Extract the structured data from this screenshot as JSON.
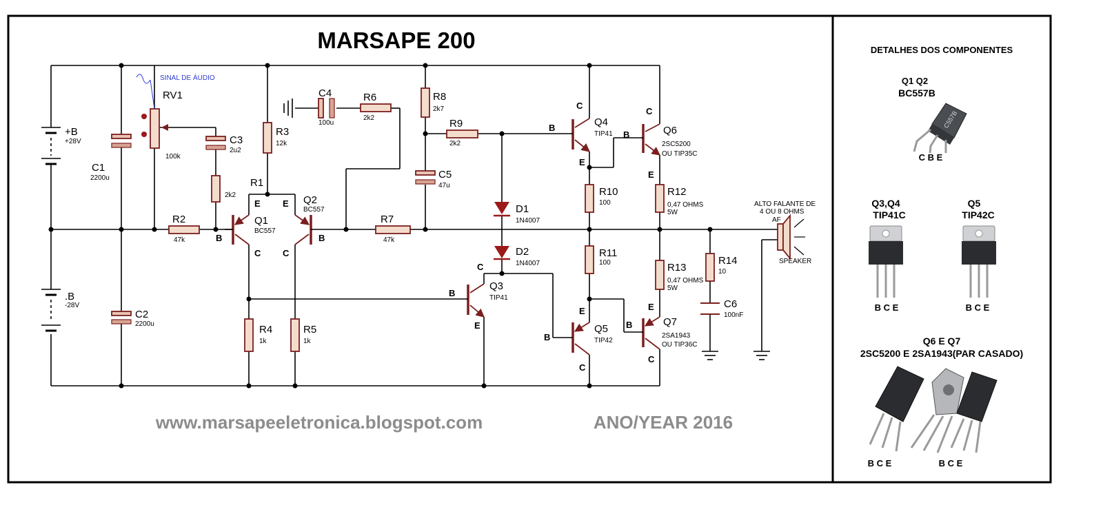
{
  "title": "MARSAPE 200",
  "footer": {
    "website": "www.marsapeeletronica.blogspot.com",
    "year": "ANO/YEAR 2016"
  },
  "signal_label": "SINAL DE ÁUDIO",
  "components": {
    "RV1": {
      "name": "RV1",
      "value": "100k"
    },
    "C1": {
      "name": "C1",
      "value": "2200u"
    },
    "C2": {
      "name": "C2",
      "value": "2200u"
    },
    "C3": {
      "name": "C3",
      "value": "2u2"
    },
    "C4": {
      "name": "C4",
      "value": "100u"
    },
    "C5": {
      "name": "C5",
      "value": "47u"
    },
    "C6": {
      "name": "C6",
      "value": "100nF"
    },
    "R1": {
      "name": "R1"
    },
    "R2": {
      "name": "R2",
      "value": "47k"
    },
    "R2b": {
      "value": "2k2"
    },
    "R3": {
      "name": "R3",
      "value": "12k"
    },
    "R4": {
      "name": "R4",
      "value": "1k"
    },
    "R5": {
      "name": "R5",
      "value": "1k"
    },
    "R6": {
      "name": "R6",
      "value": "2k2"
    },
    "R7": {
      "name": "R7",
      "value": "47k"
    },
    "R8": {
      "name": "R8",
      "value": "2k7"
    },
    "R9": {
      "name": "R9",
      "value": "2k2"
    },
    "R10": {
      "name": "R10",
      "value": "100"
    },
    "R11": {
      "name": "R11",
      "value": "100"
    },
    "R12": {
      "name": "R12",
      "value": "0,47 OHMS",
      "value2": "5W"
    },
    "R13": {
      "name": "R13",
      "value": "0,47 OHMS",
      "value2": "5W"
    },
    "R14": {
      "name": "R14",
      "value": "10"
    },
    "D1": {
      "name": "D1",
      "value": "1N4007"
    },
    "D2": {
      "name": "D2",
      "value": "1N4007"
    },
    "Q1": {
      "name": "Q1",
      "value": "BC557"
    },
    "Q2": {
      "name": "Q2",
      "value": "BC557"
    },
    "Q3": {
      "name": "Q3",
      "value": "TIP41"
    },
    "Q4": {
      "name": "Q4",
      "value": "TIP41"
    },
    "Q5": {
      "name": "Q5",
      "value": "TIP42"
    },
    "Q6": {
      "name": "Q6",
      "value": "2SC5200",
      "value2": "OU TIP35C"
    },
    "Q7": {
      "name": "Q7",
      "value": "2SA1943",
      "value2": "OU TIP36C"
    },
    "BATP": {
      "name": "+B",
      "value": "+28V"
    },
    "BATN": {
      "name": ".B",
      "value": "-28V"
    },
    "SPK": {
      "line1": "ALTO FALANTE DE",
      "line2": "4 OU 8 OHMS",
      "tag": "AF",
      "name": "SPEAKER"
    }
  },
  "pins": {
    "b": "B",
    "c": "C",
    "e": "E"
  },
  "side_panel": {
    "heading": "DETALHES DOS COMPONENTES",
    "q1q2": {
      "line1": "Q1 Q2",
      "line2": "BC557B",
      "pins": "C B E",
      "body_text": "C557B"
    },
    "q3q4": {
      "line1": "Q3,Q4",
      "line2": "TIP41C",
      "pins": "B C E"
    },
    "q5": {
      "line1": "Q5",
      "line2": "TIP42C",
      "pins": "B C E"
    },
    "q6q7": {
      "line1": "Q6 E Q7",
      "line2": "2SC5200 E 2SA1943(PAR CASADO)",
      "pins_left": "B C E",
      "pins_right": "B C E"
    }
  }
}
